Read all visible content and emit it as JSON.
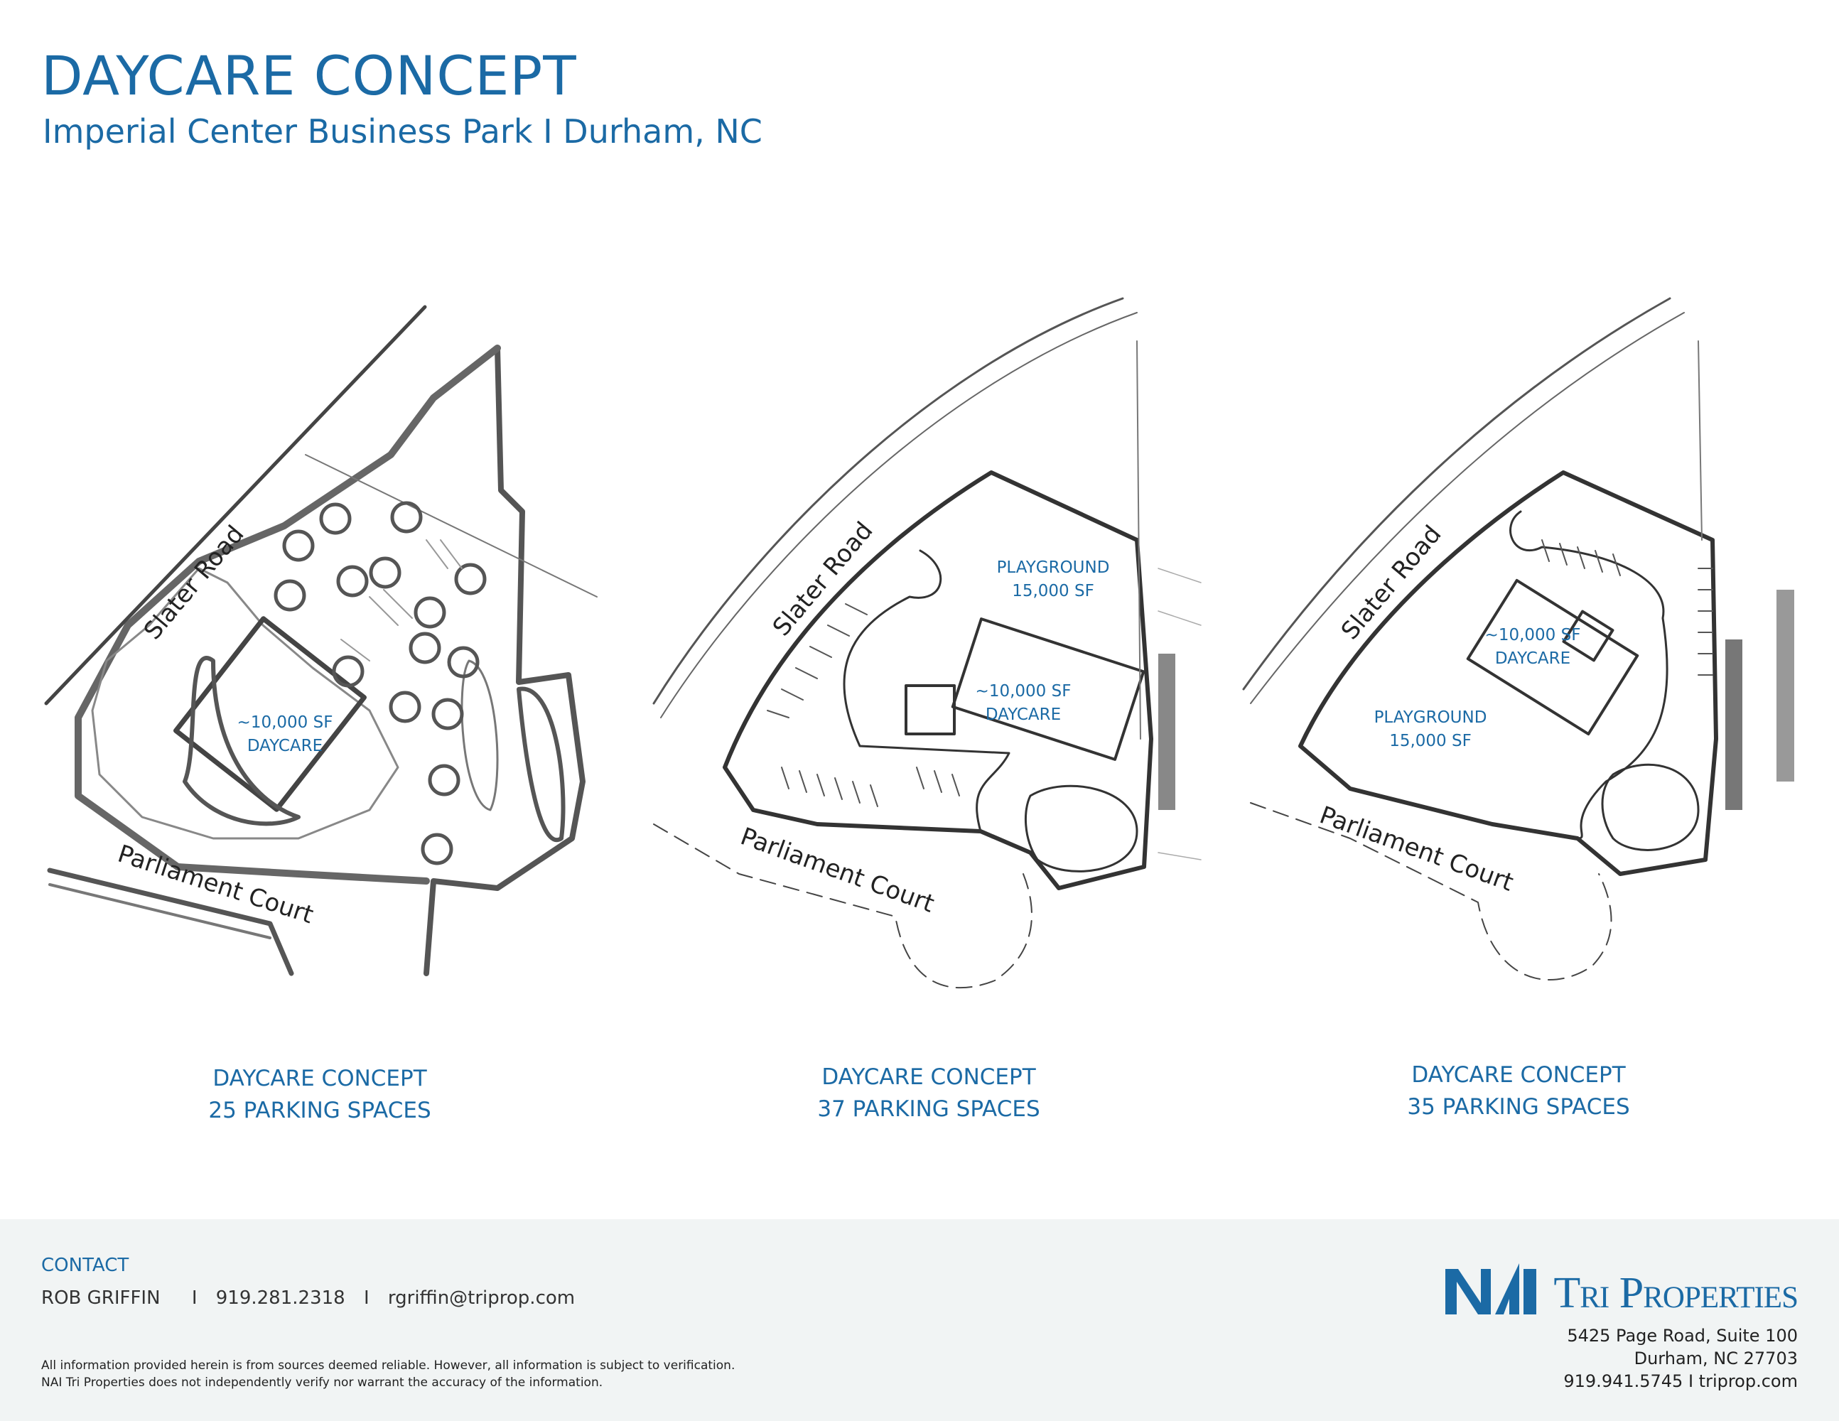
{
  "header": {
    "title": "DAYCARE CONCEPT",
    "subtitle": "Imperial Center Business Park I Durham, NC"
  },
  "concepts": [
    {
      "caption_title": "DAYCARE CONCEPT",
      "caption_spaces": "25 PARKING SPACES",
      "building": [
        "~10,000 SF",
        "DAYCARE"
      ],
      "road_1": "Slater Road",
      "road_2": "Parliament Court"
    },
    {
      "caption_title": "DAYCARE CONCEPT",
      "caption_spaces": "37 PARKING SPACES",
      "playground": [
        "PLAYGROUND",
        "15,000 SF"
      ],
      "building": [
        "~10,000 SF",
        "DAYCARE"
      ],
      "road_1": "Slater Road",
      "road_2": "Parliament Court"
    },
    {
      "caption_title": "DAYCARE CONCEPT",
      "caption_spaces": "35 PARKING SPACES",
      "playground": [
        "PLAYGROUND",
        "15,000 SF"
      ],
      "building": [
        "~10,000 SF",
        "DAYCARE"
      ],
      "road_1": "Slater Road",
      "road_2": "Parliament Court"
    }
  ],
  "footer": {
    "contact_heading": "CONTACT",
    "contact_name": "ROB GRIFFIN",
    "contact_sep": "I",
    "contact_phone": "919.281.2318",
    "contact_email": "rgriffin@triprop.com",
    "disclaimer_1": "All information provided herein is from sources deemed reliable. However, all information is subject to verification.",
    "disclaimer_2": "NAI Tri Properties does not independently verify nor warrant the accuracy of the information.",
    "logo_text": "NAI Tri Properties",
    "logo_nai": "NAI",
    "logo_tri": "Tri Properties",
    "address_1": "5425 Page Road, Suite 100",
    "address_2": "Durham, NC 27703",
    "address_3": "919.941.5745 I triprop.com"
  },
  "colors": {
    "brand_blue": "#1b6aa5",
    "footer_bg": "#f1f4f4"
  }
}
